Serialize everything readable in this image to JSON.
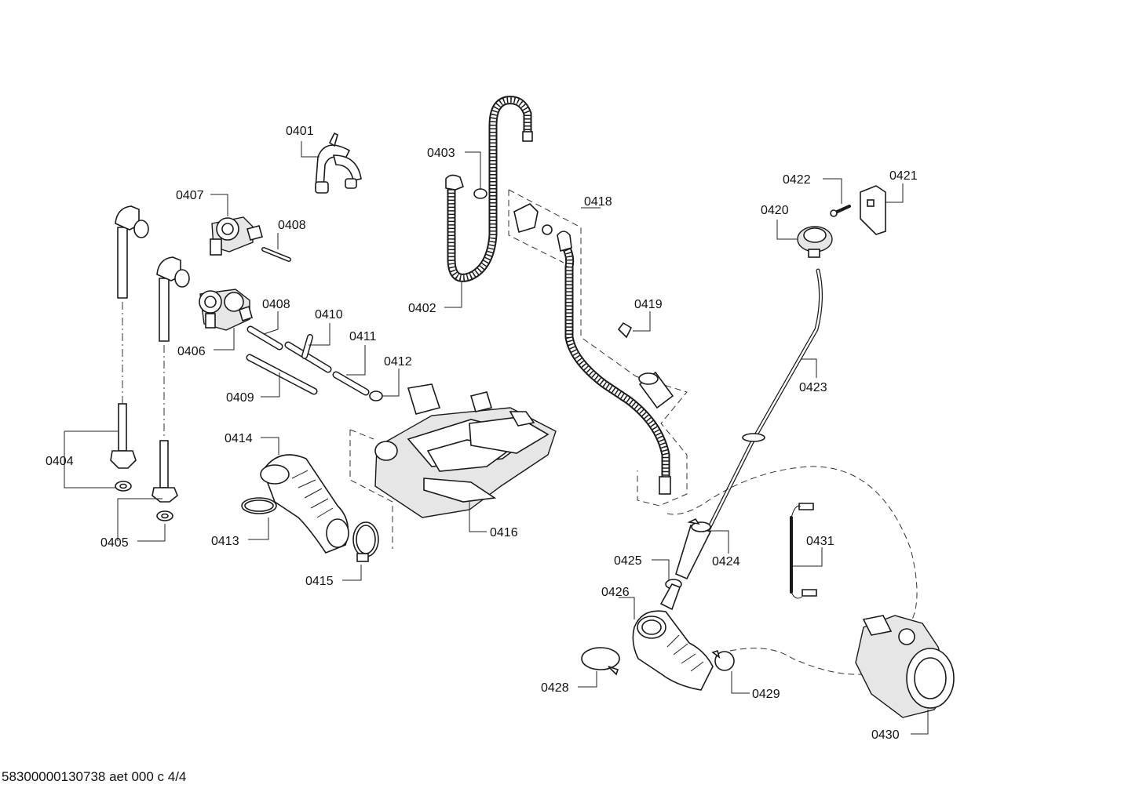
{
  "footer": "58300000130738 aet 000 c 4/4",
  "labels": {
    "p0401": "0401",
    "p0402": "0402",
    "p0403": "0403",
    "p0404": "0404",
    "p0405": "0405",
    "p0406": "0406",
    "p0407": "0407",
    "p0408a": "0408",
    "p0408b": "0408",
    "p0409": "0409",
    "p0410": "0410",
    "p0411": "0411",
    "p0412": "0412",
    "p0413": "0413",
    "p0414": "0414",
    "p0415": "0415",
    "p0416": "0416",
    "p0418": "0418",
    "p0419": "0419",
    "p0420": "0420",
    "p0421": "0421",
    "p0422": "0422",
    "p0423": "0423",
    "p0424": "0424",
    "p0425": "0425",
    "p0426": "0426",
    "p0428": "0428",
    "p0429": "0429",
    "p0430": "0430",
    "p0431": "0431"
  }
}
